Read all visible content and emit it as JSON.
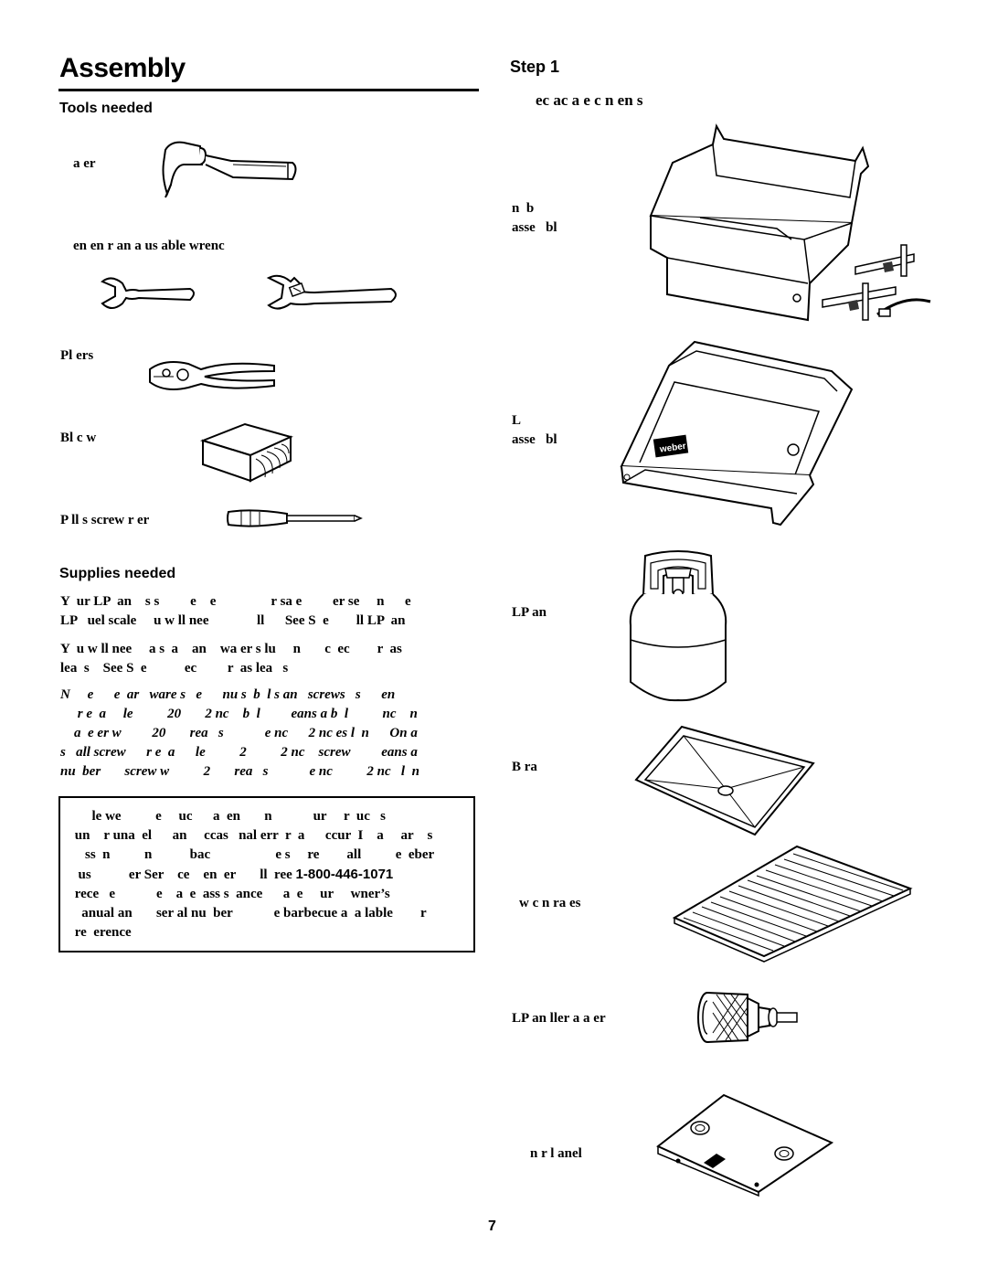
{
  "page": {
    "title": "Assembly",
    "page_number": "7"
  },
  "tools": {
    "heading": "Tools needed",
    "items": [
      {
        "label": "a      er",
        "icon": "hammer-icon"
      },
      {
        "label": "en en      r an a   us able wrenc",
        "icon": "wrench-icon"
      },
      {
        "label": "Pl ers",
        "icon": "pliers-icon"
      },
      {
        "label": "Bl  c        w",
        "icon": "wood-block-icon"
      },
      {
        "label": "P   ll    s screw   r   er",
        "icon": "screwdriver-icon"
      }
    ]
  },
  "supplies": {
    "heading": "Supplies needed",
    "para1": "Y  ur LP  an    s s         e    e                r sa e         er se     n      e\nLP   uel scale     u w ll nee              ll      See S  e        ll LP  an",
    "para2": "Y  u w ll nee     a s  a    an    wa er s lu     n       c  ec        r  as\nlea  s    See S  e           ec         r  as lea   s",
    "para3": "N     e      e  ar   ware s   e      nu s  b  l s an   screws   s      en\n     r e  a     le          20       2 nc    b  l         eans a b  l          nc    n\n    a  e er w         20       rea   s            e nc      2 nc es l  n      On a\ns   all screw      r e  a      le          2          2 nc    screw         eans a\nnu  ber       screw w          2       rea   s            e nc          2 nc   l  n"
  },
  "notice": {
    "text": "      le we          e     uc      a  en       n            ur     r  uc   s\n un    r una  el      an     ccas   nal err  r  a      ccur  I    a     ar    s\n    ss  n          n           bac                   e s     re        all          e  eber\n  us           er Ser    ce    en  er       ll  ree ",
    "phone": "1-800-446-1071",
    "text_after": "\n rece   e            e    a  e  ass s  ance      a  e     ur     wner’s\n   anual an       ser al nu  ber            e barbecue a  a lable        r\n re  erence"
  },
  "step": {
    "title": "Step 1",
    "subtitle": "ec       ac  a  e c   n  en  s",
    "components": [
      {
        "label": "n  b\nasse   bl",
        "icon": "cookbox-assembly-icon"
      },
      {
        "label": "L\nasse   bl",
        "icon": "lid-assembly-icon"
      },
      {
        "label": "LP   an",
        "icon": "lp-tank-icon"
      },
      {
        "label": "B               ra",
        "icon": "bottom-tray-icon"
      },
      {
        "label": "  w    c         n      ra  es",
        "icon": "cooking-grates-icon"
      },
      {
        "label": "LP   an         ller a   a      er",
        "icon": "tank-filler-adapter-icon"
      },
      {
        "label": "   n  r  l     anel",
        "icon": "control-panel-icon"
      }
    ],
    "lid_logo": "weber"
  }
}
